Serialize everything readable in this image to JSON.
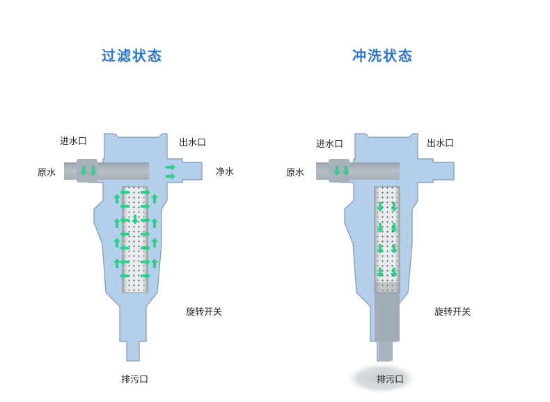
{
  "colors": {
    "title": "#2a74c9",
    "body_fill": "#b4cfec",
    "body_stroke": "#7f96ad",
    "pipe": "#a7b0b9",
    "arrow": "#2fcf8a",
    "screen": "#d9dcdf"
  },
  "panels": [
    {
      "title": "过滤状态",
      "labels": {
        "inlet": "进水口",
        "outlet": "出水口",
        "raw_water": "原水",
        "clean_water": "净水",
        "rotary_switch": "旋转开关",
        "drain": "排污口"
      }
    },
    {
      "title": "冲洗状态",
      "labels": {
        "inlet": "进水口",
        "outlet": "出水口",
        "raw_water": "原水",
        "rotary_switch": "旋转开关",
        "drain": "排污口"
      }
    }
  ]
}
